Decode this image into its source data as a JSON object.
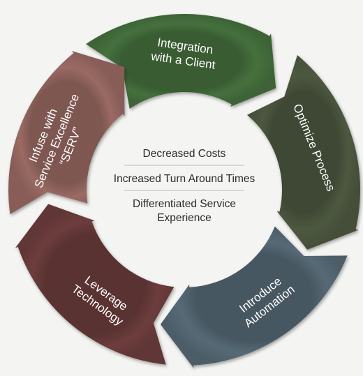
{
  "diagram": {
    "segments": [
      {
        "lines": [
          "Integration",
          "with a Client"
        ],
        "color": "#45703c"
      },
      {
        "lines": [
          "Optimize Process"
        ],
        "color": "#4e5940"
      },
      {
        "lines": [
          "Introduce",
          "Automation"
        ],
        "color": "#566b76"
      },
      {
        "lines": [
          "Leverage",
          "Technology"
        ],
        "color": "#6d3e3e"
      },
      {
        "lines": [
          "Infuse with",
          "Service Excellence",
          "“SERV”"
        ],
        "color": "#9a6a64"
      }
    ],
    "center": {
      "items": [
        [
          "Decreased Costs"
        ],
        [
          "Increased Turn Around Times"
        ],
        [
          "Differentiated Service",
          "Experience"
        ]
      ]
    }
  }
}
